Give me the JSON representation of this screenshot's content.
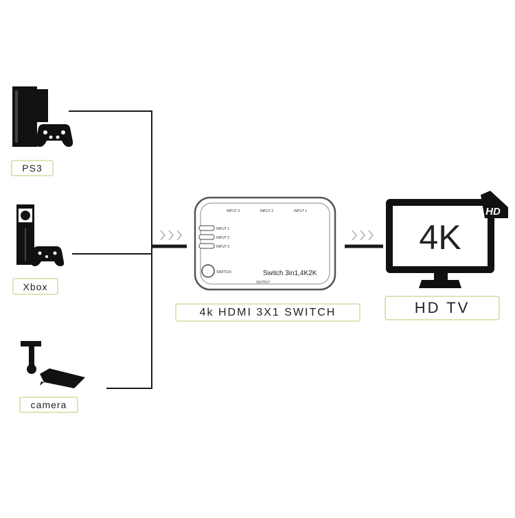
{
  "sources": [
    {
      "label": "PS3",
      "icon": "ps3-console-icon"
    },
    {
      "label": "Xbox",
      "icon": "xbox-console-icon"
    },
    {
      "label": "camera",
      "icon": "security-camera-icon"
    }
  ],
  "switch_box": {
    "caption": "4k HDMI 3X1 SWITCH",
    "ports_top": [
      "INPUT 3",
      "INPUT 2",
      "INPUT 1"
    ],
    "leds": [
      "INPUT 1",
      "INPUT 2",
      "INPUT 3"
    ],
    "button_label": "SWITCH",
    "model_text": "Switch 3in1,4K2K",
    "output_label": "OUTPUT"
  },
  "tv": {
    "caption": "HD TV",
    "screen_text": "4K",
    "badge": "HD"
  },
  "signal_arrows": ">>>",
  "colors": {
    "line": "#1a1a1a",
    "label_border": "#d8e6b6",
    "tv_body": "#111111",
    "switch_outline": "#555555"
  }
}
